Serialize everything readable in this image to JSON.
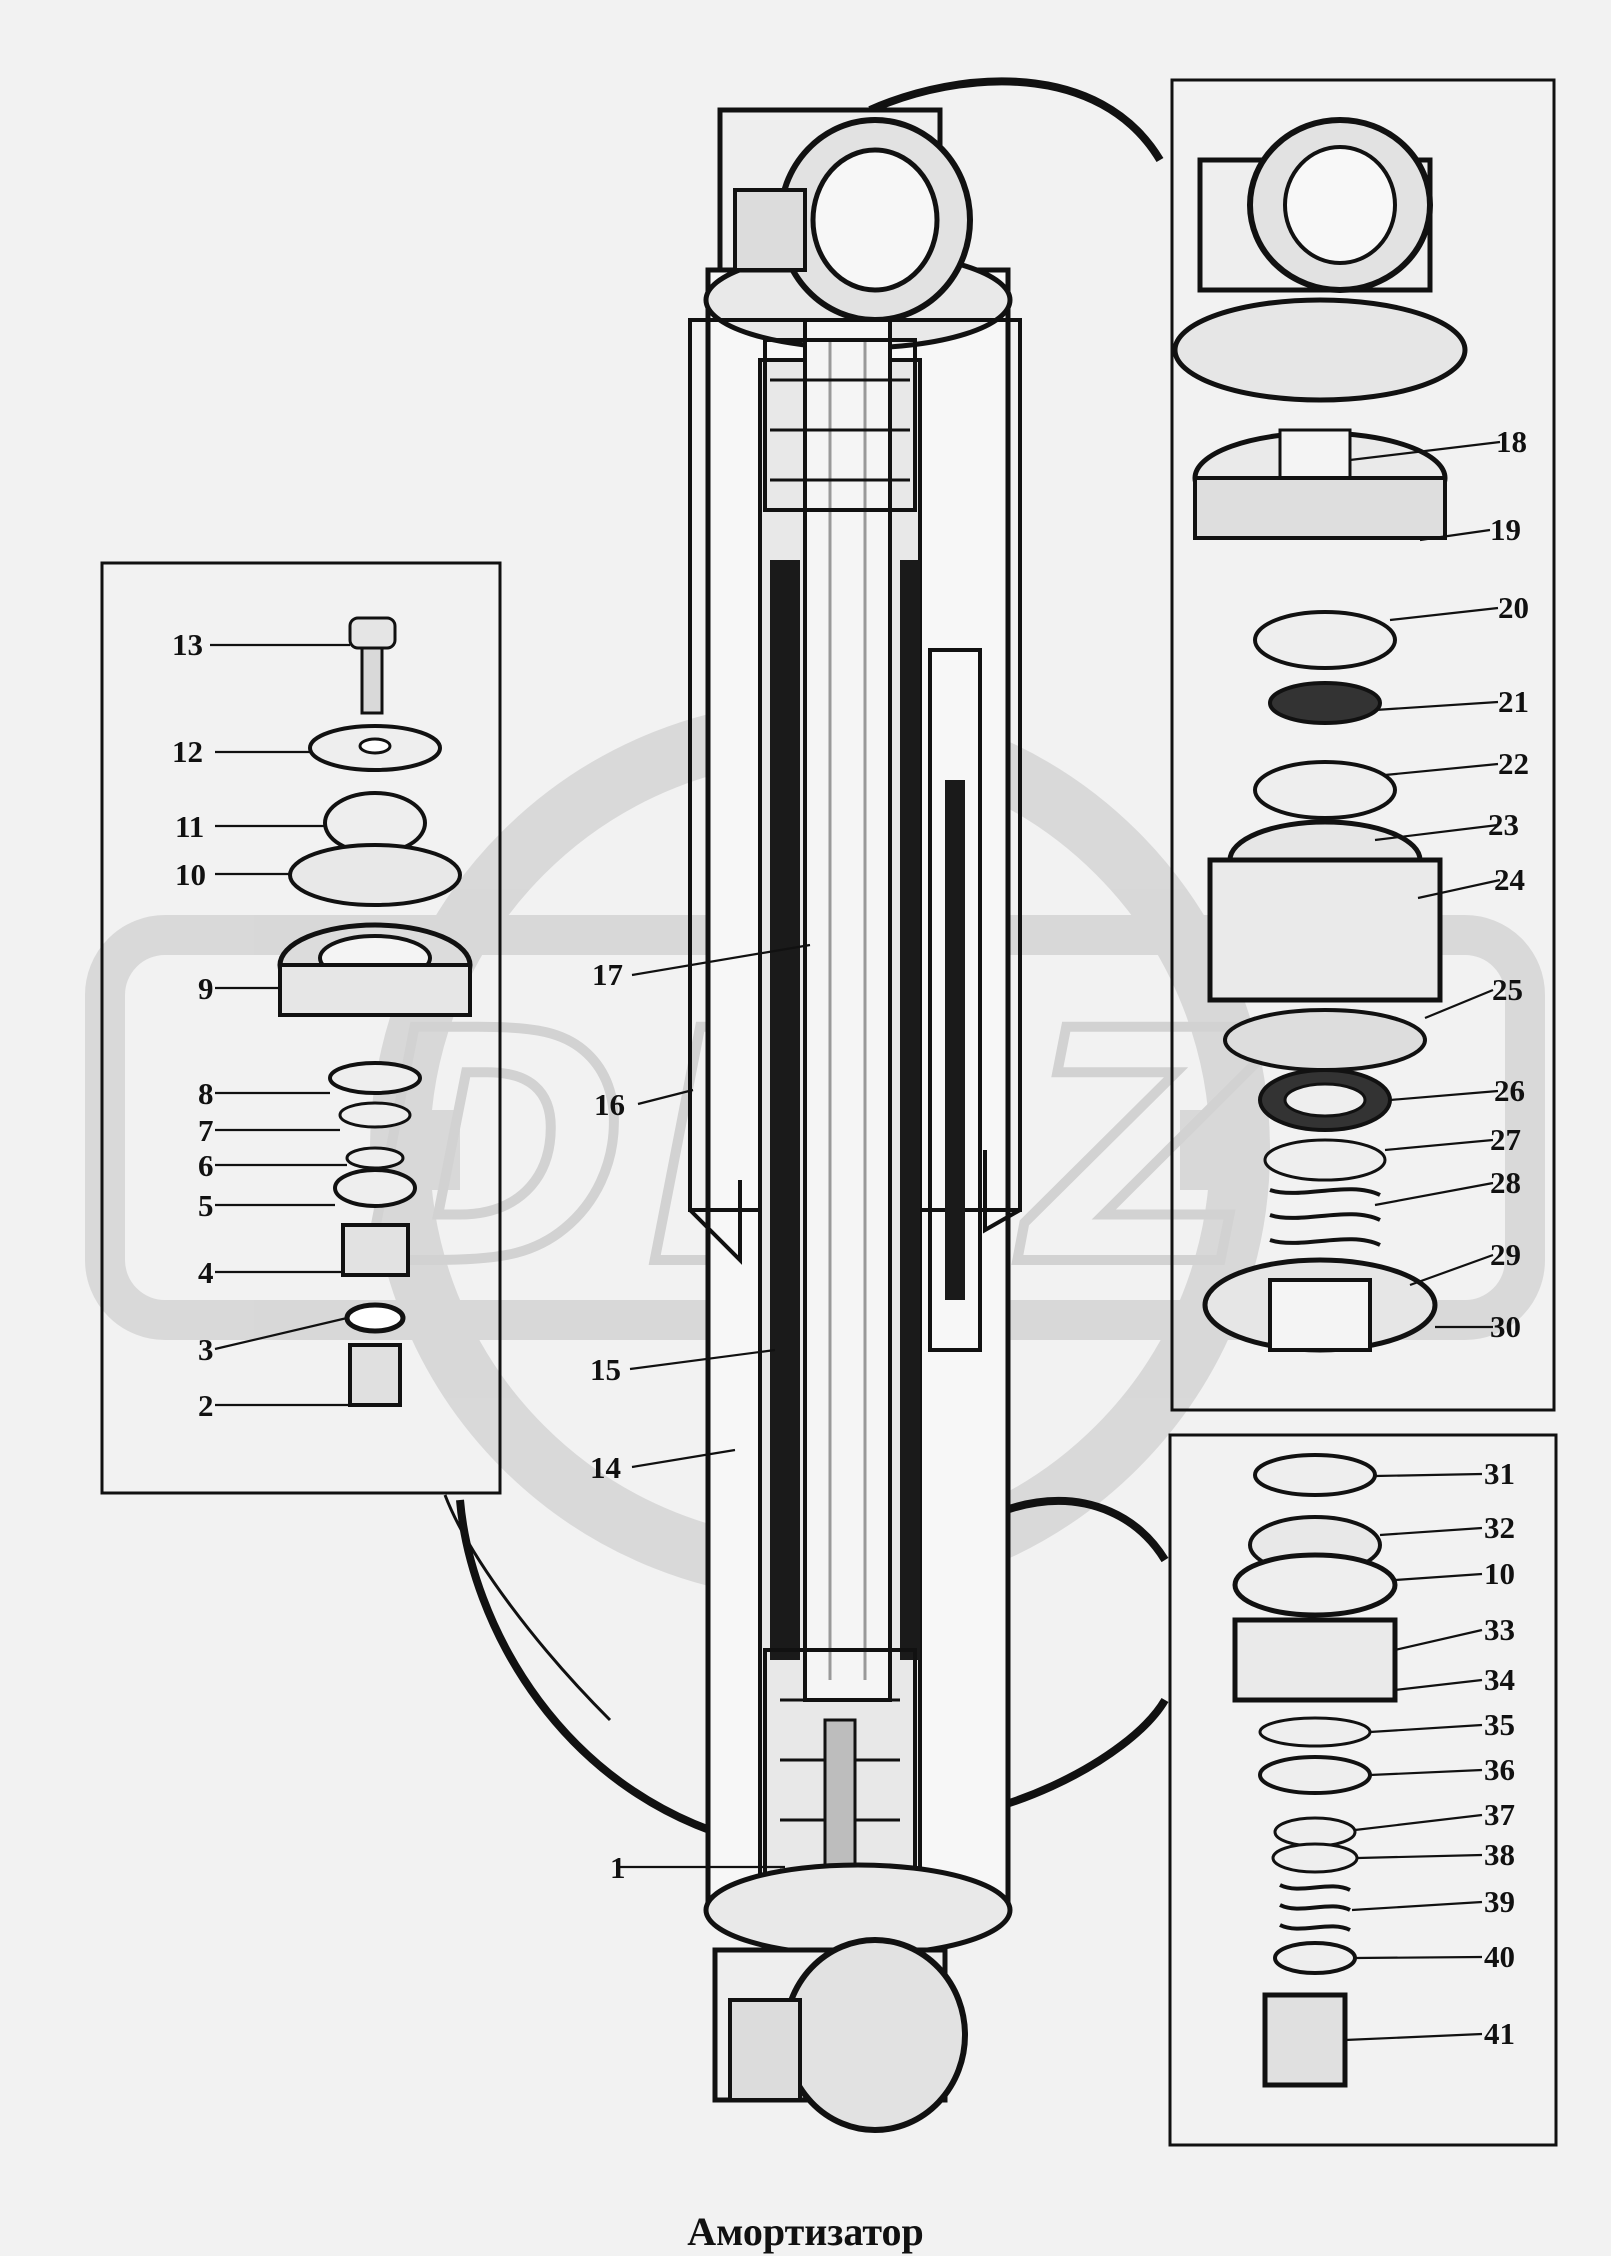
{
  "title": "Амортизатор",
  "watermark": {
    "text": "DIEZ",
    "color": "#d3d3d3"
  },
  "colors": {
    "ink": "#111111",
    "paper": "#f2f2f2"
  },
  "callouts": {
    "left": [
      "13",
      "12",
      "11",
      "10",
      "9",
      "8",
      "7",
      "6",
      "5",
      "4",
      "3",
      "2"
    ],
    "center": [
      "17",
      "16",
      "15",
      "14",
      "1"
    ],
    "right_top": [
      "18",
      "19",
      "20",
      "21",
      "22",
      "23",
      "24",
      "25",
      "26",
      "27",
      "28",
      "29",
      "30"
    ],
    "right_bottom": [
      "31",
      "32",
      "10",
      "33",
      "34",
      "35",
      "36",
      "37",
      "38",
      "39",
      "40",
      "41"
    ]
  }
}
